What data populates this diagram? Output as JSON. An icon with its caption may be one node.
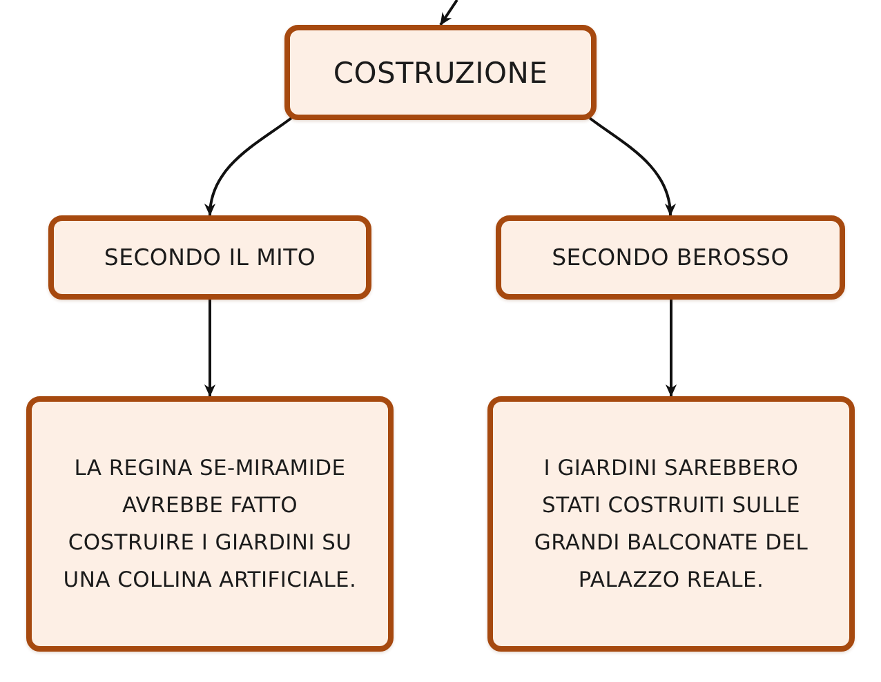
{
  "diagram": {
    "nodes": [
      {
        "text": [
          "COSTRUZIONE"
        ]
      },
      {
        "text": [
          "SECONDO IL MITO"
        ]
      },
      {
        "text": [
          "SECONDO BEROSSO"
        ]
      },
      {
        "text": [
          "LA REGINA SE-MIRAMIDE AVREBBE FATTO COSTRUIRE I GIARDINI SU UNA COLLINA ARTIFICIALE."
        ]
      },
      {
        "text": [
          "I GIARDINI SAREBBERO STATI COSTRUITI SULLE GRANDI BALCONATE DEL PALAZZO REALE."
        ]
      }
    ],
    "edges": [
      {
        "from": null,
        "to": 0,
        "arrow": "to"
      },
      {
        "from": 0,
        "to": 1,
        "arrow": "to"
      },
      {
        "from": 0,
        "to": 2,
        "arrow": "to"
      },
      {
        "from": 1,
        "to": 3,
        "arrow": "to"
      },
      {
        "from": 2,
        "to": 4,
        "arrow": "to"
      }
    ]
  }
}
